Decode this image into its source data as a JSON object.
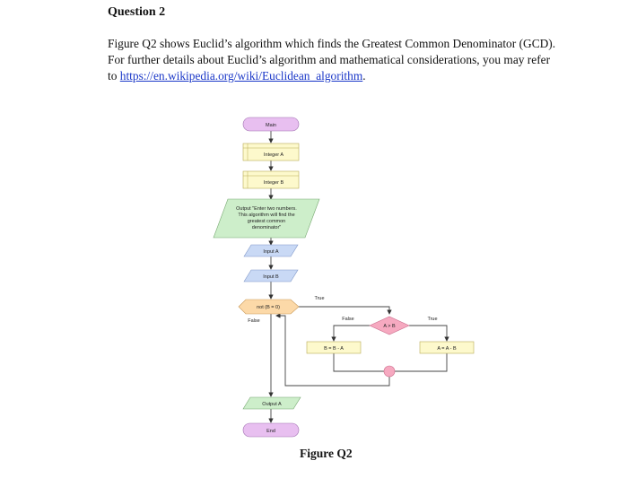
{
  "heading": "Question 2",
  "paragraph": {
    "line1": "Figure Q2 shows Euclid’s algorithm which finds the Greatest Common Denominator (GCD).",
    "line2_prefix": "For further details about Euclid’s algorithm and mathematical considerations, you may refer to ",
    "link_text": "https://en.wikipedia.org/wiki/Euclidean_algorithm",
    "line2_suffix": "."
  },
  "flowchart": {
    "main": "Main",
    "integer_a": "Integer A",
    "integer_b": "Integer B",
    "output_1": "Output \"Enter two numbers.",
    "output_2": "This algorithm will find the",
    "output_3": "greatest common",
    "output_4": "denominator\"",
    "input_a": "Input A",
    "input_b": "Input B",
    "loop_condition": "not (B = 0)",
    "loop_true": "True",
    "loop_false": "False",
    "decision": "A > B",
    "branch_false": "False",
    "branch_true": "True",
    "assign_b": "B = B - A",
    "assign_a": "A = A - B",
    "output_a": "Output A",
    "end": "End"
  },
  "caption": "Figure Q2"
}
